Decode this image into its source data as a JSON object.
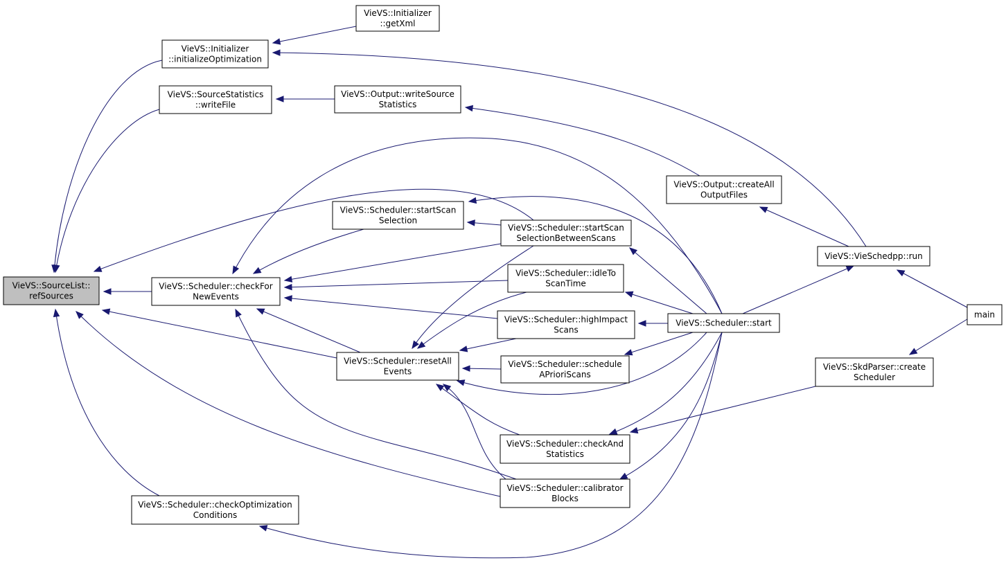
{
  "graph": {
    "nodes": [
      {
        "id": "refSources",
        "lines": [
          "VieVS::SourceList::",
          "refSources"
        ],
        "highlighted": true
      },
      {
        "id": "initializeOptimization",
        "lines": [
          "VieVS::Initializer",
          "::initializeOptimization"
        ]
      },
      {
        "id": "getXml",
        "lines": [
          "VieVS::Initializer",
          "::getXml"
        ]
      },
      {
        "id": "writeFile",
        "lines": [
          "VieVS::SourceStatistics",
          "::writeFile"
        ]
      },
      {
        "id": "writeSourceStatistics",
        "lines": [
          "VieVS::Output::writeSource",
          "Statistics"
        ]
      },
      {
        "id": "createAllOutputFiles",
        "lines": [
          "VieVS::Output::createAll",
          "OutputFiles"
        ]
      },
      {
        "id": "run",
        "lines": [
          "VieVS::VieSchedpp::run"
        ]
      },
      {
        "id": "main",
        "lines": [
          "main"
        ]
      },
      {
        "id": "startScanSelection",
        "lines": [
          "VieVS::Scheduler::startScan",
          "Selection"
        ]
      },
      {
        "id": "startScanSelectionBetweenScans",
        "lines": [
          "VieVS::Scheduler::startScan",
          "SelectionBetweenScans"
        ]
      },
      {
        "id": "checkForNewEvents",
        "lines": [
          "VieVS::Scheduler::checkFor",
          "NewEvents"
        ]
      },
      {
        "id": "idleToScanTime",
        "lines": [
          "VieVS::Scheduler::idleTo",
          "ScanTime"
        ]
      },
      {
        "id": "highImpactScans",
        "lines": [
          "VieVS::Scheduler::highImpact",
          "Scans"
        ]
      },
      {
        "id": "start",
        "lines": [
          "VieVS::Scheduler::start"
        ]
      },
      {
        "id": "resetAllEvents",
        "lines": [
          "VieVS::Scheduler::resetAll",
          "Events"
        ]
      },
      {
        "id": "scheduleAPrioriScans",
        "lines": [
          "VieVS::Scheduler::schedule",
          "APrioriScans"
        ]
      },
      {
        "id": "createScheduler",
        "lines": [
          "VieVS::SkdParser::create",
          "Scheduler"
        ]
      },
      {
        "id": "checkAndStatistics",
        "lines": [
          "VieVS::Scheduler::checkAnd",
          "Statistics"
        ]
      },
      {
        "id": "calibratorBlocks",
        "lines": [
          "VieVS::Scheduler::calibrator",
          "Blocks"
        ]
      },
      {
        "id": "checkOptimizationConditions",
        "lines": [
          "VieVS::Scheduler::checkOptimization",
          "Conditions"
        ]
      }
    ],
    "edges": [
      {
        "from": "initializeOptimization",
        "to": "refSources"
      },
      {
        "from": "writeFile",
        "to": "refSources"
      },
      {
        "from": "startScanSelectionBetweenScans",
        "to": "refSources"
      },
      {
        "from": "checkForNewEvents",
        "to": "refSources"
      },
      {
        "from": "resetAllEvents",
        "to": "refSources"
      },
      {
        "from": "calibratorBlocks",
        "to": "refSources"
      },
      {
        "from": "checkOptimizationConditions",
        "to": "refSources"
      },
      {
        "from": "getXml",
        "to": "initializeOptimization"
      },
      {
        "from": "run",
        "to": "initializeOptimization"
      },
      {
        "from": "writeSourceStatistics",
        "to": "writeFile"
      },
      {
        "from": "createAllOutputFiles",
        "to": "writeSourceStatistics"
      },
      {
        "from": "run",
        "to": "createAllOutputFiles"
      },
      {
        "from": "main",
        "to": "run"
      },
      {
        "from": "start",
        "to": "run"
      },
      {
        "from": "startScanSelection",
        "to": "checkForNewEvents"
      },
      {
        "from": "startScanSelectionBetweenScans",
        "to": "checkForNewEvents"
      },
      {
        "from": "idleToScanTime",
        "to": "checkForNewEvents"
      },
      {
        "from": "highImpactScans",
        "to": "checkForNewEvents"
      },
      {
        "from": "resetAllEvents",
        "to": "checkForNewEvents"
      },
      {
        "from": "start",
        "to": "checkForNewEvents"
      },
      {
        "from": "calibratorBlocks",
        "to": "checkForNewEvents"
      },
      {
        "from": "startScanSelectionBetweenScans",
        "to": "startScanSelection"
      },
      {
        "from": "start",
        "to": "startScanSelectionBetweenScans"
      },
      {
        "from": "start",
        "to": "idleToScanTime"
      },
      {
        "from": "start",
        "to": "highImpactScans"
      },
      {
        "from": "start",
        "to": "scheduleAPrioriScans"
      },
      {
        "from": "start",
        "to": "checkAndStatistics"
      },
      {
        "from": "start",
        "to": "calibratorBlocks"
      },
      {
        "from": "start",
        "to": "resetAllEvents"
      },
      {
        "from": "start",
        "to": "checkOptimizationConditions"
      },
      {
        "from": "start",
        "to": "startScanSelection"
      },
      {
        "from": "startScanSelectionBetweenScans",
        "to": "resetAllEvents"
      },
      {
        "from": "idleToScanTime",
        "to": "resetAllEvents"
      },
      {
        "from": "highImpactScans",
        "to": "resetAllEvents"
      },
      {
        "from": "scheduleAPrioriScans",
        "to": "resetAllEvents"
      },
      {
        "from": "checkAndStatistics",
        "to": "resetAllEvents"
      },
      {
        "from": "calibratorBlocks",
        "to": "resetAllEvents"
      },
      {
        "from": "createScheduler",
        "to": "checkAndStatistics"
      },
      {
        "from": "main",
        "to": "createScheduler"
      }
    ]
  }
}
